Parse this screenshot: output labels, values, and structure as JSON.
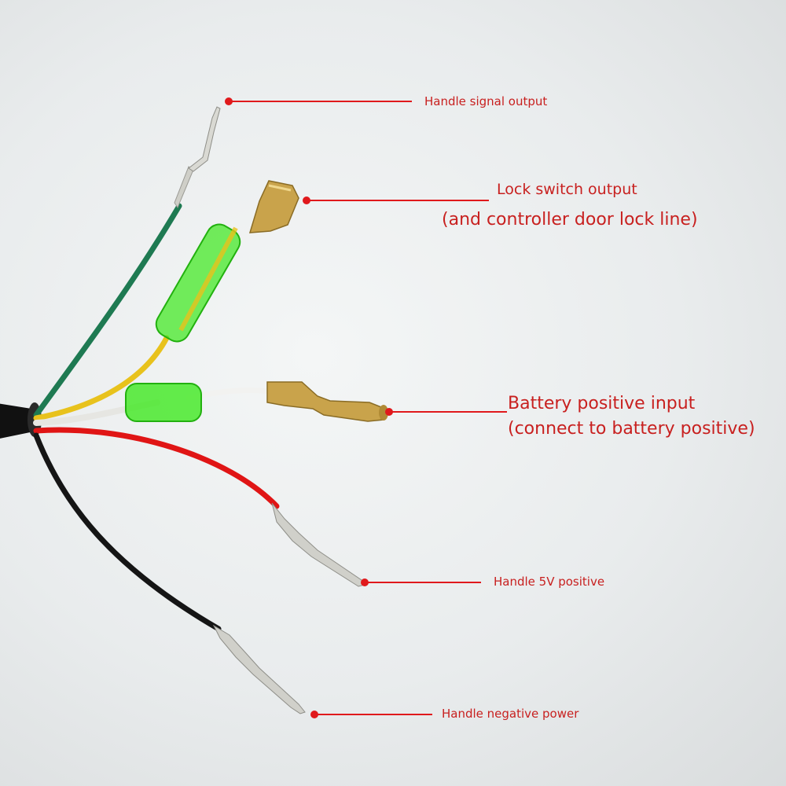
{
  "colors": {
    "background": "#eceeef",
    "callout": "#e0191c",
    "label_text": "#c8201f",
    "wire_green": "#1e7a52",
    "wire_yellow": "#e8c21c",
    "wire_white": "#f2f2f0",
    "wire_red": "#e01515",
    "wire_black": "#151515",
    "sleeve_green": "#3ee81f",
    "terminal_brass": "#c9a34b",
    "terminal_silver": "#d0d0ca"
  },
  "labels": {
    "handle_signal": "Handle signal output",
    "lock_switch": "Lock switch output",
    "lock_switch_note": "(and controller door lock line)",
    "battery_positive": "Battery positive input",
    "battery_positive_note": "(connect to battery positive)",
    "handle_5v": "Handle 5V positive",
    "handle_negative": "Handle negative power"
  }
}
